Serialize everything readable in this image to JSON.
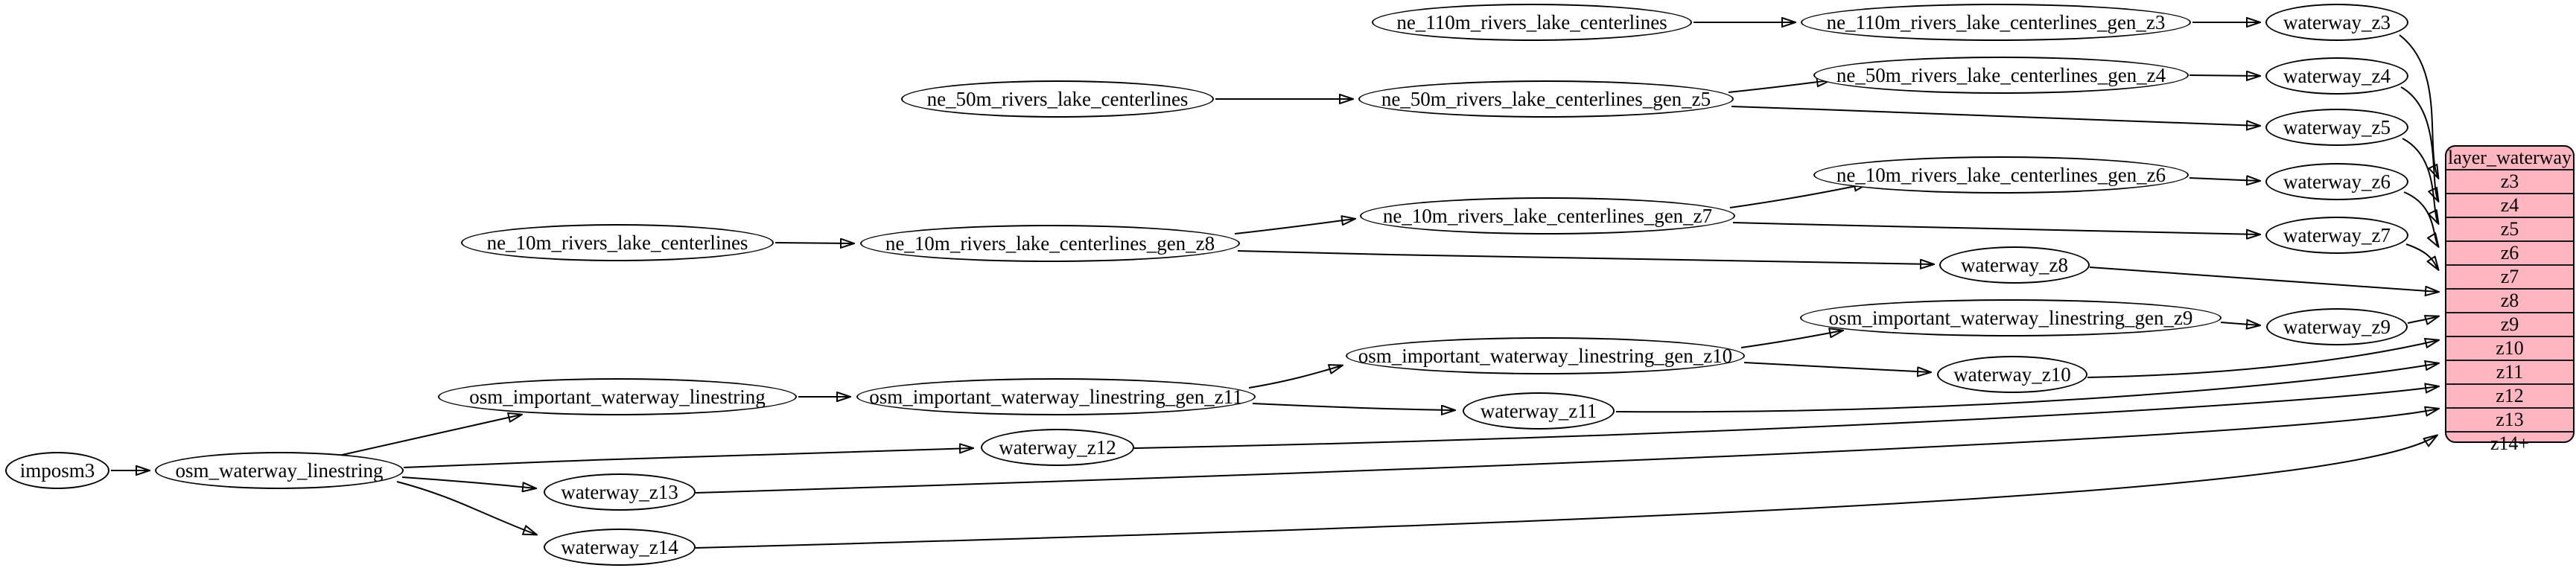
{
  "diagram": {
    "type": "graphviz-flow",
    "background_color": "#ffffff",
    "node_fill": "#ffffff",
    "node_stroke": "#000000",
    "edge_color": "#000000",
    "table_fill": "#ffb6c1"
  },
  "nodes": {
    "imposm3": {
      "label": "imposm3"
    },
    "osm_waterway_linestring": {
      "label": "osm_waterway_linestring"
    },
    "osm_important_waterway_linestring": {
      "label": "osm_important_waterway_linestring"
    },
    "osm_important_waterway_linestring_gen_z11": {
      "label": "osm_important_waterway_linestring_gen_z11"
    },
    "osm_important_waterway_linestring_gen_z10": {
      "label": "osm_important_waterway_linestring_gen_z10"
    },
    "osm_important_waterway_linestring_gen_z9": {
      "label": "osm_important_waterway_linestring_gen_z9"
    },
    "ne_110m_rivers_lake_centerlines": {
      "label": "ne_110m_rivers_lake_centerlines"
    },
    "ne_110m_rivers_lake_centerlines_gen_z3": {
      "label": "ne_110m_rivers_lake_centerlines_gen_z3"
    },
    "ne_50m_rivers_lake_centerlines": {
      "label": "ne_50m_rivers_lake_centerlines"
    },
    "ne_50m_rivers_lake_centerlines_gen_z5": {
      "label": "ne_50m_rivers_lake_centerlines_gen_z5"
    },
    "ne_50m_rivers_lake_centerlines_gen_z4": {
      "label": "ne_50m_rivers_lake_centerlines_gen_z4"
    },
    "ne_10m_rivers_lake_centerlines": {
      "label": "ne_10m_rivers_lake_centerlines"
    },
    "ne_10m_rivers_lake_centerlines_gen_z8": {
      "label": "ne_10m_rivers_lake_centerlines_gen_z8"
    },
    "ne_10m_rivers_lake_centerlines_gen_z7": {
      "label": "ne_10m_rivers_lake_centerlines_gen_z7"
    },
    "ne_10m_rivers_lake_centerlines_gen_z6": {
      "label": "ne_10m_rivers_lake_centerlines_gen_z6"
    },
    "waterway_z3": {
      "label": "waterway_z3"
    },
    "waterway_z4": {
      "label": "waterway_z4"
    },
    "waterway_z5": {
      "label": "waterway_z5"
    },
    "waterway_z6": {
      "label": "waterway_z6"
    },
    "waterway_z7": {
      "label": "waterway_z7"
    },
    "waterway_z8": {
      "label": "waterway_z8"
    },
    "waterway_z9": {
      "label": "waterway_z9"
    },
    "waterway_z10": {
      "label": "waterway_z10"
    },
    "waterway_z11": {
      "label": "waterway_z11"
    },
    "waterway_z12": {
      "label": "waterway_z12"
    },
    "waterway_z13": {
      "label": "waterway_z13"
    },
    "waterway_z14": {
      "label": "waterway_z14"
    }
  },
  "table": {
    "title": "layer_waterway",
    "rows": [
      "z3",
      "z4",
      "z5",
      "z6",
      "z7",
      "z8",
      "z9",
      "z10",
      "z11",
      "z12",
      "z13",
      "z14+"
    ]
  },
  "edges": [
    {
      "from": "imposm3",
      "to": "osm_waterway_linestring"
    },
    {
      "from": "osm_waterway_linestring",
      "to": "osm_important_waterway_linestring"
    },
    {
      "from": "osm_waterway_linestring",
      "to": "waterway_z12"
    },
    {
      "from": "osm_waterway_linestring",
      "to": "waterway_z13"
    },
    {
      "from": "osm_waterway_linestring",
      "to": "waterway_z14"
    },
    {
      "from": "osm_important_waterway_linestring",
      "to": "osm_important_waterway_linestring_gen_z11"
    },
    {
      "from": "osm_important_waterway_linestring_gen_z11",
      "to": "osm_important_waterway_linestring_gen_z10"
    },
    {
      "from": "osm_important_waterway_linestring_gen_z11",
      "to": "waterway_z11"
    },
    {
      "from": "osm_important_waterway_linestring_gen_z10",
      "to": "osm_important_waterway_linestring_gen_z9"
    },
    {
      "from": "osm_important_waterway_linestring_gen_z10",
      "to": "waterway_z10"
    },
    {
      "from": "osm_important_waterway_linestring_gen_z9",
      "to": "waterway_z9"
    },
    {
      "from": "ne_10m_rivers_lake_centerlines",
      "to": "ne_10m_rivers_lake_centerlines_gen_z8"
    },
    {
      "from": "ne_10m_rivers_lake_centerlines_gen_z8",
      "to": "ne_10m_rivers_lake_centerlines_gen_z7"
    },
    {
      "from": "ne_10m_rivers_lake_centerlines_gen_z8",
      "to": "waterway_z8"
    },
    {
      "from": "ne_10m_rivers_lake_centerlines_gen_z7",
      "to": "ne_10m_rivers_lake_centerlines_gen_z6"
    },
    {
      "from": "ne_10m_rivers_lake_centerlines_gen_z7",
      "to": "waterway_z7"
    },
    {
      "from": "ne_10m_rivers_lake_centerlines_gen_z6",
      "to": "waterway_z6"
    },
    {
      "from": "ne_50m_rivers_lake_centerlines",
      "to": "ne_50m_rivers_lake_centerlines_gen_z5"
    },
    {
      "from": "ne_50m_rivers_lake_centerlines_gen_z5",
      "to": "ne_50m_rivers_lake_centerlines_gen_z4"
    },
    {
      "from": "ne_50m_rivers_lake_centerlines_gen_z5",
      "to": "waterway_z5"
    },
    {
      "from": "ne_50m_rivers_lake_centerlines_gen_z4",
      "to": "waterway_z4"
    },
    {
      "from": "ne_110m_rivers_lake_centerlines",
      "to": "ne_110m_rivers_lake_centerlines_gen_z3"
    },
    {
      "from": "ne_110m_rivers_lake_centerlines_gen_z3",
      "to": "waterway_z3"
    },
    {
      "from": "waterway_z3",
      "to": "layer_waterway.z3"
    },
    {
      "from": "waterway_z4",
      "to": "layer_waterway.z4"
    },
    {
      "from": "waterway_z5",
      "to": "layer_waterway.z5"
    },
    {
      "from": "waterway_z6",
      "to": "layer_waterway.z6"
    },
    {
      "from": "waterway_z7",
      "to": "layer_waterway.z7"
    },
    {
      "from": "waterway_z8",
      "to": "layer_waterway.z8"
    },
    {
      "from": "waterway_z9",
      "to": "layer_waterway.z9"
    },
    {
      "from": "waterway_z10",
      "to": "layer_waterway.z10"
    },
    {
      "from": "waterway_z11",
      "to": "layer_waterway.z11"
    },
    {
      "from": "waterway_z12",
      "to": "layer_waterway.z12"
    },
    {
      "from": "waterway_z13",
      "to": "layer_waterway.z13"
    },
    {
      "from": "waterway_z14",
      "to": "layer_waterway.z14+"
    }
  ]
}
